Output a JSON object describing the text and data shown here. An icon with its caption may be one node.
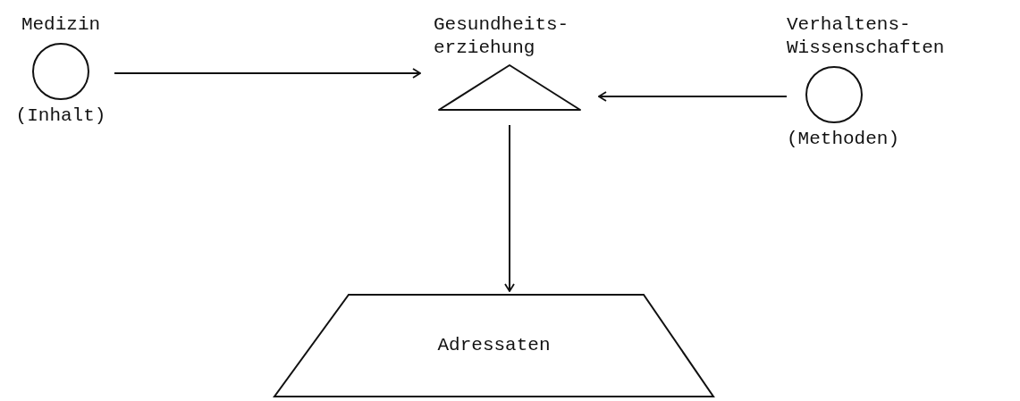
{
  "diagram": {
    "nodes": [
      {
        "text": [
          "Medizin",
          "(Inhalt)"
        ]
      },
      {
        "text": [
          "Gesundheits- erziehung"
        ]
      },
      {
        "text": [
          "Verhaltens- Wissenschaften",
          "(Methoden)"
        ]
      },
      {
        "text": [
          "Adressaten"
        ]
      }
    ],
    "edges": [
      {
        "from": 0,
        "to": 1,
        "arrow": "to"
      },
      {
        "from": 2,
        "to": 1,
        "arrow": "to"
      },
      {
        "from": 1,
        "to": 3,
        "arrow": "to"
      }
    ]
  }
}
